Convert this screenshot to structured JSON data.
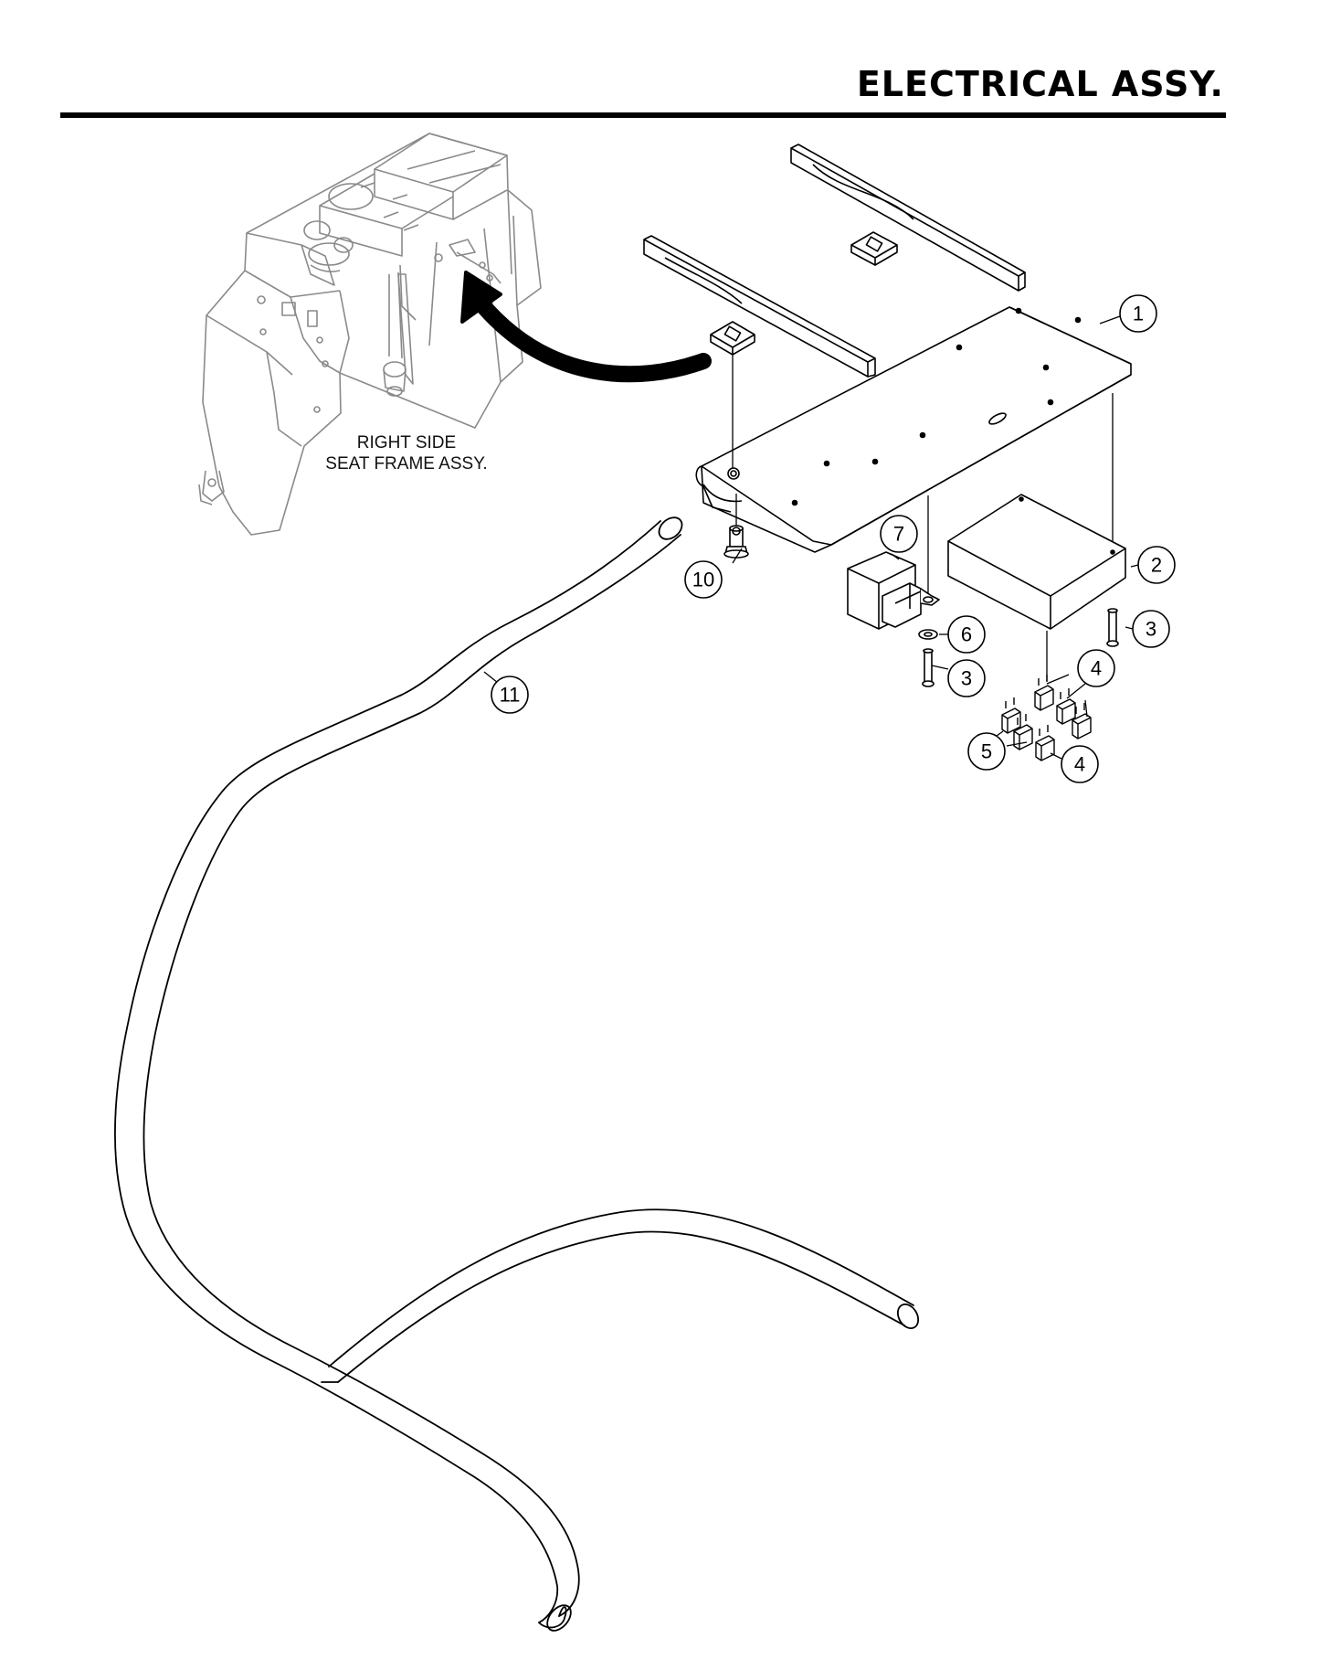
{
  "header": {
    "title": "ELECTRICAL ASSY."
  },
  "frame_caption": {
    "line1": "RIGHT SIDE",
    "line2": "SEAT FRAME ASSY."
  },
  "callouts": [
    {
      "id": "c1",
      "label": "1"
    },
    {
      "id": "c2",
      "label": "2"
    },
    {
      "id": "c3a",
      "label": "3"
    },
    {
      "id": "c3b",
      "label": "3"
    },
    {
      "id": "c4a",
      "label": "4"
    },
    {
      "id": "c4b",
      "label": "4"
    },
    {
      "id": "c5",
      "label": "5"
    },
    {
      "id": "c6",
      "label": "6"
    },
    {
      "id": "c7",
      "label": "7"
    },
    {
      "id": "c10",
      "label": "10"
    },
    {
      "id": "c11",
      "label": "11"
    }
  ],
  "colors": {
    "ink": "#000000",
    "ghost": "#8a8a8a",
    "paper": "#ffffff"
  }
}
